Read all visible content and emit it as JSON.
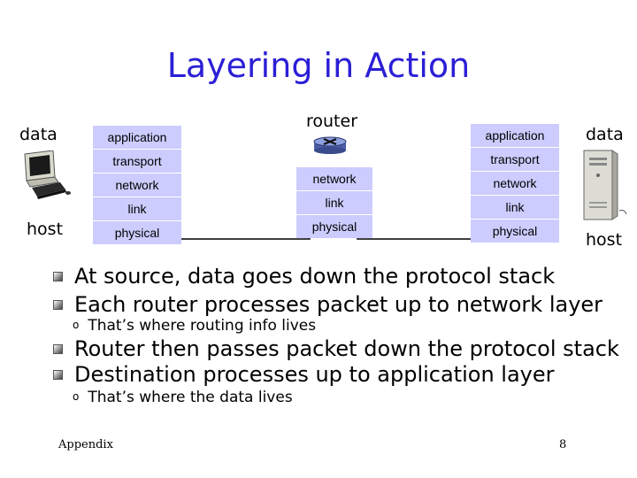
{
  "slide": {
    "title": "Layering in Action",
    "footer_left": "Appendix",
    "page_number": "8"
  },
  "labels": {
    "data_left": "data",
    "host_left": "host",
    "router": "router",
    "data_right": "data",
    "host_right": "host"
  },
  "left_stack": [
    "application",
    "transport",
    "network",
    "link",
    "physical"
  ],
  "router_stack": [
    "network",
    "link",
    "physical"
  ],
  "right_stack": [
    "application",
    "transport",
    "network",
    "link",
    "physical"
  ],
  "bullets": [
    "At source, data goes down the protocol stack",
    "Each router processes packet up to network layer",
    "Router then passes packet down the protocol stack",
    "Destination processes up to application layer"
  ],
  "sub_bullets": [
    "That’s where routing info lives",
    "That’s where the data lives"
  ],
  "colors": {
    "title": "#2b1fd6",
    "stack_fill": "#ccccff",
    "flow_line": "#000000"
  },
  "icons": [
    "desktop-computer-icon",
    "router-icon",
    "server-tower-icon",
    "bullet-square-icon"
  ]
}
